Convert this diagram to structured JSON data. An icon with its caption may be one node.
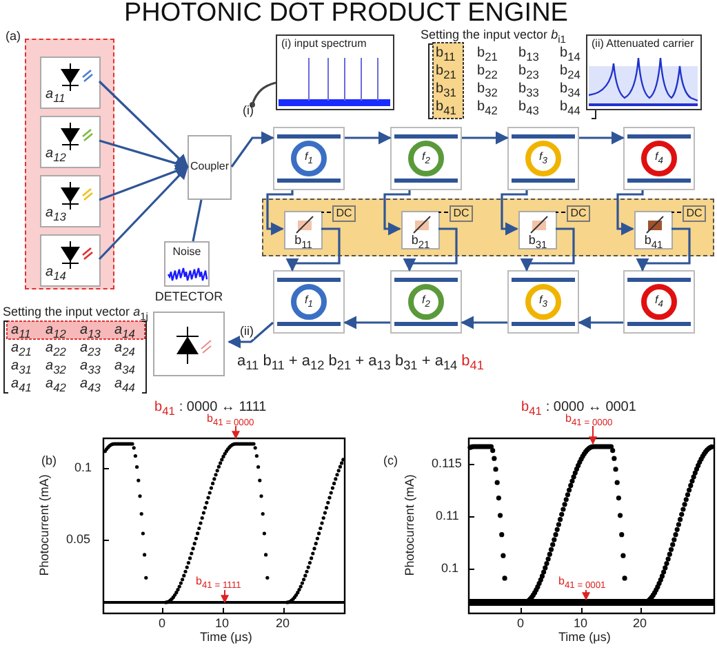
{
  "diagram": {
    "title": "PHOTONIC DOT PRODUCT ENGINE",
    "nodes": [
      {
        "text": [],
        "shape": "box"
      },
      {
        "text": [
          "a$_{11}$"
        ],
        "in": 0
      },
      {
        "text": [
          "a$_{12}$"
        ],
        "in": 0
      },
      {
        "text": [
          "a$_{13}$"
        ],
        "in": 0
      },
      {
        "text": [
          "a$_{14}$"
        ],
        "in": 0
      },
      {
        "text": [
          "Coupler"
        ]
      },
      {
        "text": [
          "Noise"
        ]
      },
      {
        "text": [
          "DETECTOR"
        ]
      },
      {
        "text": [
          "(i) input spectrum"
        ]
      },
      {
        "text": [
          "(ii) Attenuated carrier"
        ]
      },
      {
        "text": [
          "(i)"
        ]
      },
      {
        "text": [
          "f$_{1}$"
        ]
      },
      {
        "text": [
          "f$_{2}$"
        ]
      },
      {
        "text": [
          "f$_{3}$"
        ]
      },
      {
        "text": [
          "f$_{4}$"
        ]
      },
      {
        "text": [],
        "shape": "box"
      },
      {
        "text": [
          "b$_{11}$"
        ],
        "in": 15
      },
      {
        "text": [
          "DC"
        ],
        "in": 15
      },
      {
        "text": [
          "b$_{21}$"
        ],
        "in": 15
      },
      {
        "text": [
          "DC"
        ],
        "in": 15
      },
      {
        "text": [
          "b$_{31}$"
        ],
        "in": 15
      },
      {
        "text": [
          "DC"
        ],
        "in": 15
      },
      {
        "text": [
          "b$_{41}$"
        ],
        "in": 15
      },
      {
        "text": [
          "DC"
        ],
        "in": 15
      },
      {
        "text": [
          "f$_{1}$"
        ]
      },
      {
        "text": [
          "f$_{2}$"
        ]
      },
      {
        "text": [
          "f$_{3}$"
        ]
      },
      {
        "text": [
          "f$_{4}$"
        ]
      }
    ],
    "edges": [
      {
        "from": 1,
        "to": 5,
        "arrow": "to"
      },
      {
        "from": 2,
        "to": 5,
        "arrow": "to"
      },
      {
        "from": 3,
        "to": 5,
        "arrow": "to"
      },
      {
        "from": 4,
        "to": 5,
        "arrow": "to"
      },
      {
        "from": 6,
        "to": 5,
        "arrow": "none"
      },
      {
        "from": 5,
        "to": 11,
        "arrow": "to"
      },
      {
        "from": 11,
        "to": 12,
        "arrow": "to"
      },
      {
        "from": 12,
        "to": 13,
        "arrow": "to"
      },
      {
        "from": 13,
        "to": 14,
        "arrow": "to"
      },
      {
        "from": 11,
        "to": 16,
        "arrow": "to"
      },
      {
        "from": 12,
        "to": 18,
        "arrow": "to"
      },
      {
        "from": 13,
        "to": 20,
        "arrow": "to"
      },
      {
        "from": 14,
        "to": 22,
        "arrow": "to"
      },
      {
        "from": 16,
        "to": 24,
        "arrow": "to"
      },
      {
        "from": 18,
        "to": 25,
        "arrow": "to"
      },
      {
        "from": 20,
        "to": 26,
        "arrow": "to"
      },
      {
        "from": 22,
        "to": 27,
        "arrow": "to"
      },
      {
        "from": 17,
        "to": 16,
        "arrow": "none",
        "style": "dashed",
        "color": "#000000"
      },
      {
        "from": 19,
        "to": 18,
        "arrow": "none",
        "style": "dashed",
        "color": "#000000"
      },
      {
        "from": 21,
        "to": 20,
        "arrow": "none",
        "style": "dashed",
        "color": "#000000"
      },
      {
        "from": 23,
        "to": 22,
        "arrow": "none",
        "style": "dashed",
        "color": "#000000"
      },
      {
        "from": 27,
        "to": 26,
        "arrow": "to"
      },
      {
        "from": 26,
        "to": 25,
        "arrow": "to"
      },
      {
        "from": 25,
        "to": 24,
        "arrow": "to"
      },
      {
        "from": 24,
        "to": 7,
        "arrow": "to",
        "label": "(ii)"
      },
      {
        "from": 10,
        "to": 8,
        "arrow": "other",
        "color": "#444444"
      }
    ],
    "labels": [
      "(a)",
      "Setting the input vector *b*$_{i1}$",
      "b$_{11}$",
      "b$_{21}$",
      "b$_{13}$",
      "b$_{14}$",
      "b$_{21}$",
      "b$_{22}$",
      "b$_{23}$",
      "b$_{24}$",
      "b$_{31}$",
      "b$_{32}$",
      "b$_{33}$",
      "b$_{34}$",
      "b$_{41}$",
      "b$_{42}$",
      "b$_{43}$",
      "b$_{44}$",
      "Setting the input vector *a*$_{1j}$",
      "a$_{11}$",
      "a$_{12}$",
      "a$_{13}$",
      "a$_{14}$",
      "a$_{21}$",
      "a$_{22}$",
      "a$_{23}$",
      "a$_{24}$",
      "a$_{31}$",
      "a$_{32}$",
      "a$_{33}$",
      "a$_{34}$",
      "a$_{41}$",
      "a$_{42}$",
      "a$_{43}$",
      "a$_{44}$",
      "a$_{11}$ b$_{11}$ + a$_{12}$ b$_{21}$ + a$_{13}$ b$_{31}$ + a$_{14}$",
      "b$_{41}$",
      "b$_{41}$",
      ": 0000 ↔ 1111",
      "b$_{41 = 0000}$",
      "(b)",
      "0.1",
      "0.05",
      "0",
      "10",
      "20",
      "Time (μs)",
      "Photocurrent (mA)",
      "b$_{41 = 1111}$",
      "b$_{41}$",
      ": 0000 ↔ 0001",
      "b$_{41 = 0000}$",
      "(c)",
      "0.115",
      "0.11",
      "0.1",
      "0",
      "10",
      "20",
      "Time (μs)",
      "Photocurrent (mA)",
      "b$_{41 = 0001}$"
    ]
  }
}
